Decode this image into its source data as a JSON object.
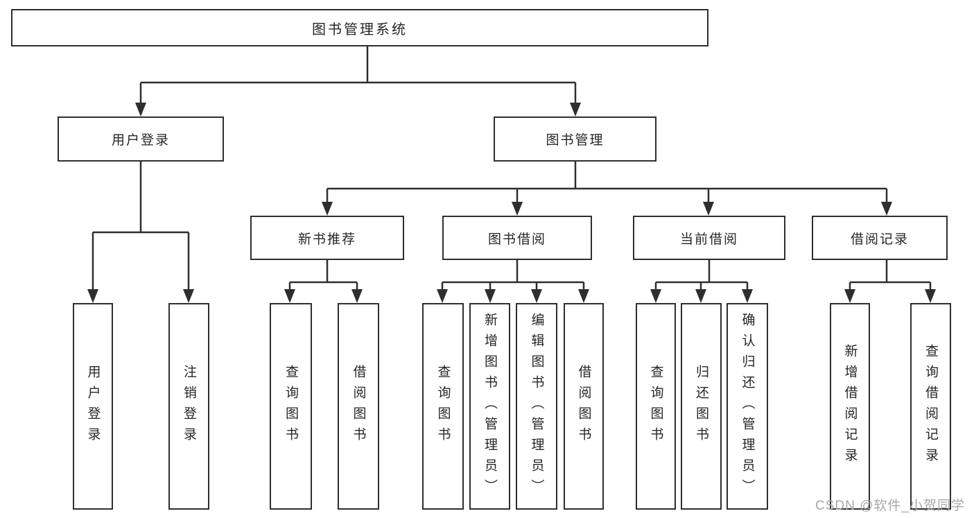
{
  "diagram": {
    "root": "图书管理系统",
    "level2": {
      "user_login": "用户登录",
      "book_mgmt": "图书管理"
    },
    "level3": {
      "new_book": "新书推荐",
      "book_borrow": "图书借阅",
      "current_borrow": "当前借阅",
      "borrow_record": "借阅记录"
    },
    "leaves": {
      "user_login": [
        "用户登录",
        "注销登录"
      ],
      "new_book": [
        "查询图书",
        "借阅图书"
      ],
      "book_borrow": [
        "查询图书",
        "新增图书（管理员）",
        "编辑图书（管理员）",
        "借阅图书"
      ],
      "current_borrow": [
        "查询图书",
        "归还图书",
        "确认归还（管理员）"
      ],
      "borrow_record": [
        "新增借阅记录",
        "查询借阅记录"
      ]
    }
  },
  "watermark": "CSDN @软件_小贺同学",
  "colors": {
    "line": "#2e2e2e",
    "box_border": "#2e2e2e",
    "text": "#262626",
    "background": "#ffffff",
    "watermark": "#a8a8a8"
  }
}
